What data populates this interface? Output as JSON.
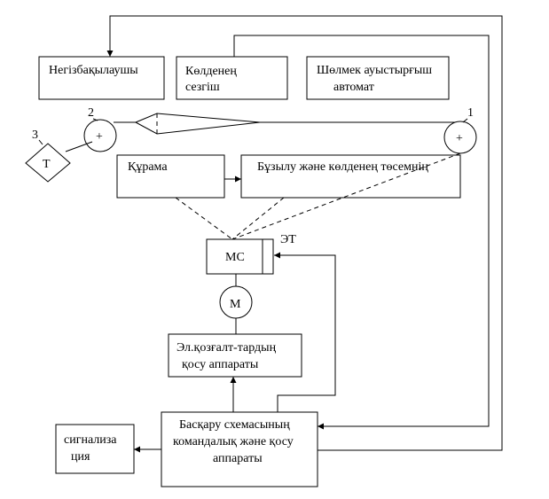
{
  "nodes": {
    "main_observer": "Негізбақылаушы",
    "transverse_sensor_line1": "Көлденең",
    "transverse_sensor_line2": "сезгіш",
    "bucket_switch_line1": "Шөлмек ауыстырғыш",
    "bucket_switch_line2": "автомат",
    "composition": "Құрама",
    "break_transverse": "Бұзылу және көлденең төсемнің",
    "ms": "МС",
    "et": "ЭТ",
    "motor": "М",
    "motor_switch_line1": "Эл.қозғалт-тардың",
    "motor_switch_line2": "қосу аппараты",
    "control_line1": "Басқару схемасының",
    "control_line2": "командалық және қосу",
    "control_line3": "аппараты",
    "signal_line1": "сигнализа",
    "signal_line2": "ция",
    "t_block": "Т",
    "sum_symbol": "+",
    "label_1": "1",
    "label_2": "2",
    "label_3": "3"
  }
}
